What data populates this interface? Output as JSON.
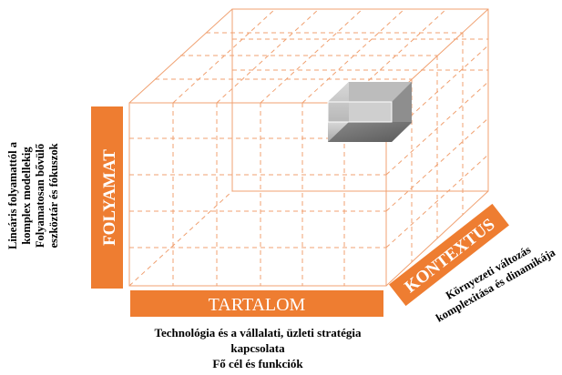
{
  "axes": {
    "vertical": {
      "label": "FOLYAMAT",
      "color": "#ee7d31"
    },
    "horizontal": {
      "label": "TARTALOM",
      "color": "#ee7d31"
    },
    "depth": {
      "label": "KONTEXTUS",
      "color": "#ee7d31"
    }
  },
  "descriptions": {
    "vertical": [
      "Lineáris folyamattól a",
      "komplex modellekig",
      "Folyamatosan bővülő",
      "eszköztár és fókuszok"
    ],
    "horizontal": [
      "Technológia és a vállalati, üzleti stratégia",
      "kapcsolata",
      "Fő cél és funkciók"
    ],
    "depth": [
      "Környezeti változás",
      "komplexitása és dinamikája"
    ]
  },
  "colors": {
    "cube_lines": "#f0a070",
    "accent": "#ee7d31",
    "highlight_cell": "#8c8c8c"
  }
}
